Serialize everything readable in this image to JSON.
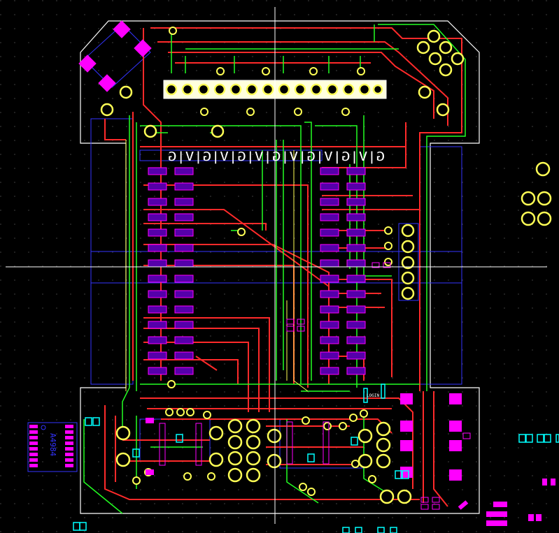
{
  "app": {
    "view": "pcb-layout-editor",
    "board_outline_color": "#ffffff"
  },
  "colors": {
    "background": "#000000",
    "grid_dots": "#3a3a3a",
    "top_copper": "#ff2a2a",
    "bottom_copper": "#22ff22",
    "via_pad": "#ffff55",
    "silkscreen": "#ffffff",
    "smd_pad": "#ff00ff",
    "keepout": "#2a2aff",
    "cursor": "#ffffff",
    "cyan_pad": "#00ffff"
  },
  "silk_labels": {
    "header_pins": "G|V|G|V|G|V|G|V|G|V|G|V|G",
    "ic_label": "A4984",
    "cyan_label": "LOGIN"
  },
  "icons": {
    "crosshair": "crosshair-icon",
    "via": "via-icon",
    "pad": "smd-pad-icon"
  }
}
